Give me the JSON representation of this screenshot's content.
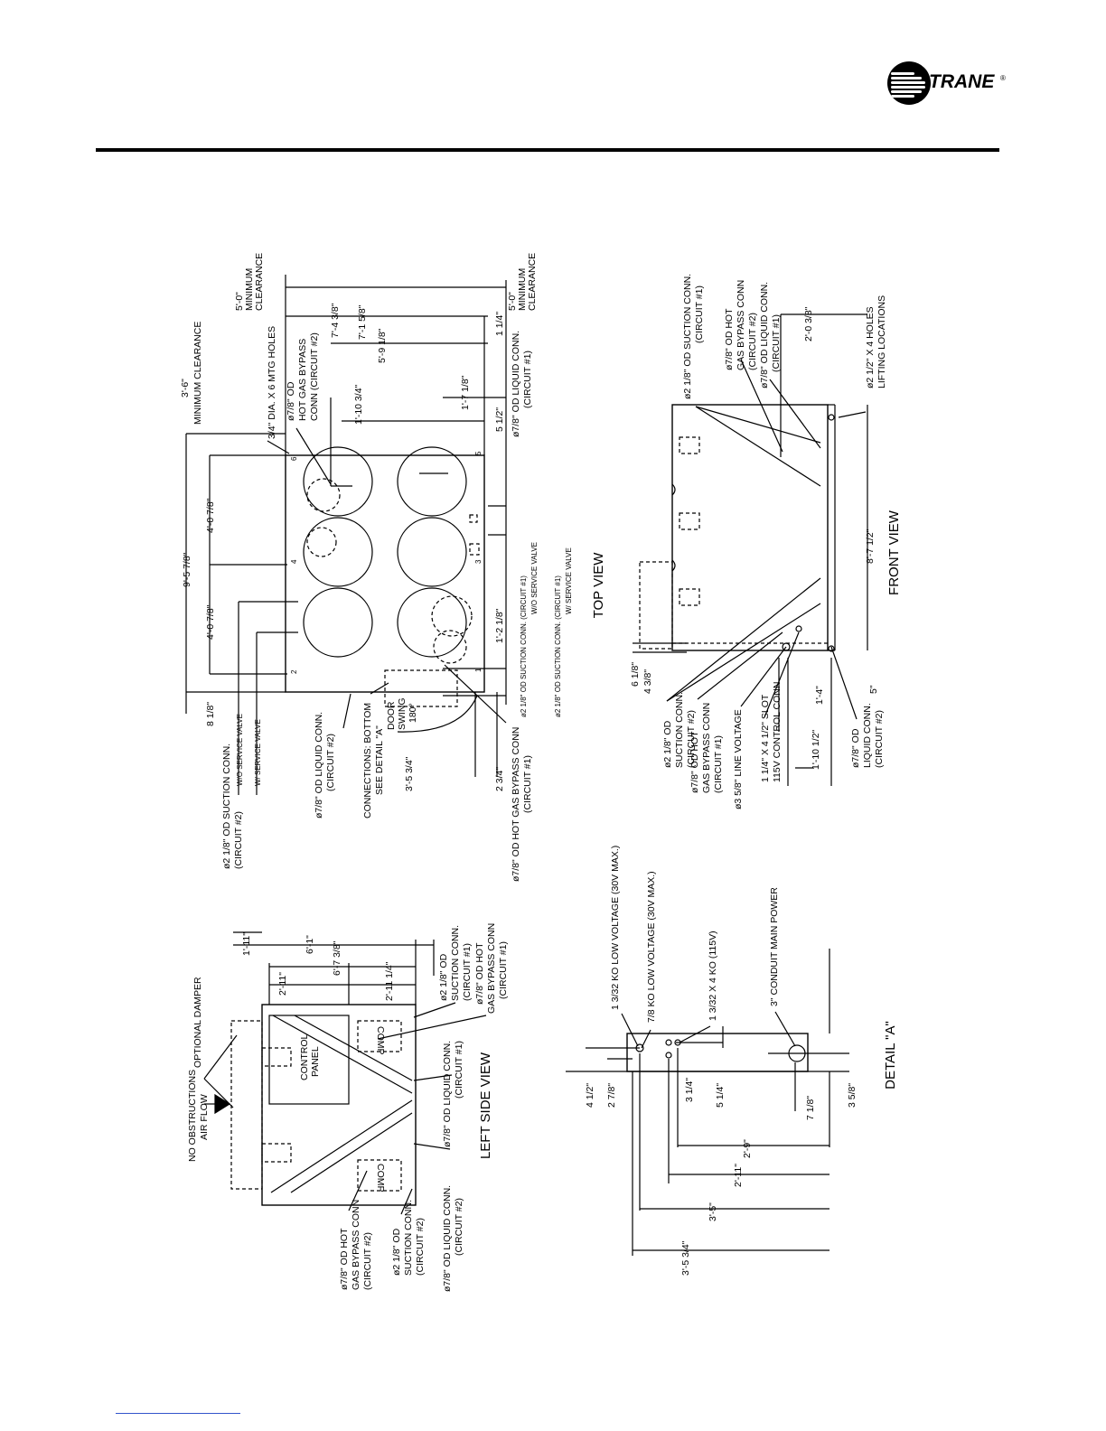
{
  "header": {
    "logo_text": "TRANE",
    "logo_trademark": "®"
  },
  "views": {
    "top": {
      "title": "TOP VIEW",
      "labels": [
        "3'-6\"",
        "MINIMUM CLEARANCE",
        "3/4\" DIA. X 6 MTG HOLES",
        "ø7/8\" OD",
        "HOT GAS BYPASS",
        "CONN  (CIRCUIT #2)",
        "1'-10 3/4\"",
        "9'-5 7/8\"",
        "4'-0 7/8\"",
        "4'-0 7/8\"",
        "8 1/8\"",
        "7'-4 3/8\"",
        "7'-1 5/8\"",
        "5'-9 1/8\"",
        "1'-7 1/8\"",
        "1 1/4\"",
        "5 1/2\"",
        "5'-0\"",
        "MINIMUM",
        "CLEARANCE",
        "ø7/8\" OD LIQUID CONN.",
        "(CIRCUIT #1)",
        "ø2 1/8\" OD SUCTION CONN. (CIRCUIT #1)",
        "W/O SERVICE VALVE",
        "W/ SERVICE VALVE",
        "1'-2 1/8\"",
        "2 3/4\"",
        "3'-5 3/4\"",
        "DOOR",
        "SWING",
        "180°",
        "CONNECTIONS: BOTTOM",
        "SEE DETAIL \"A\"",
        "ø7/8\" OD LIQUID CONN.",
        "(CIRCUIT #2)",
        "ø2 1/8\" OD SUCTION CONN.",
        "(CIRCUIT #2)",
        "W/O SERVICE VALVE",
        "W/ SERVICE VALVE",
        "ø7/8\" OD HOT GAS BYPASS CONN",
        "(CIRCUIT #1)",
        "2",
        "4",
        "6",
        "1",
        "3",
        "5"
      ]
    },
    "front": {
      "title": "FRONT VIEW",
      "labels": [
        "ø2 1/8\" OD SUCTION CONN.",
        "(CIRCUIT #1)",
        "ø7/8\" OD HOT",
        "GAS BYPASS CONN",
        "(CIRCUIT #2)",
        "ø7/8\" OD LIQUID CONN.",
        "(CIRCUIT #1)",
        "2'-0 3/8\"",
        "ø2 1/2\" X 4 HOLES",
        "LIFTING LOCATIONS",
        "8'-7 1/2\"",
        "6 1/8\"",
        "4 3/8\"",
        "ø2 1/8\" OD",
        "SUCTION CONN.",
        "(CIRCUIT #2)",
        "ø7/8\" OD HOT",
        "GAS BYPASS CONN",
        "(CIRCUIT #1)",
        "ø3 5/8\" LINE VOLTAGE",
        "1 1/4\" X 4 1/2\" SLOT",
        "115V CONTROL CONN.",
        "1'-4\"",
        "1'-10 1/2\"",
        "5\"",
        "ø7/8\" OD",
        "LIQUID CONN.",
        "(CIRCUIT #2)"
      ]
    },
    "left_side": {
      "title": "LEFT SIDE VIEW",
      "labels": [
        "NO OBSTRUCTIONS",
        "AIR FLOW",
        "OPTIONAL DAMPER",
        "1'-11\"",
        "6'-1\"",
        "6'-7 3/8\"",
        "2'-11\"",
        "2'-11 1/4\"",
        "CONTROL",
        "PANEL",
        "COMP",
        "COMP",
        "ø2 1/8\" OD",
        "SUCTION CONN.",
        "(CIRCUIT #1)",
        "ø7/8\" OD HOT",
        "GAS BYPASS CONN",
        "(CIRCUIT #1)",
        "ø7/8\" OD LIQUID CONN.",
        "(CIRCUIT #1)",
        "ø7/8\" OD HOT",
        "GAS BYPASS CONN",
        "(CIRCUIT #2)",
        "ø2 1/8\" OD",
        "SUCTION CONN.",
        "(CIRCUIT #2)",
        "ø7/8\" OD LIQUID CONN.",
        "(CIRCUIT #2)"
      ]
    },
    "detail_a": {
      "title": "DETAIL \"A\"",
      "labels": [
        "1 3/32 KO LOW VOLTAGE (30V MAX.)",
        "7/8 KO LOW VOLTAGE (30V MAX.)",
        "1 3/32 X 4 KO (115V)",
        "3\" CONDUIT MAIN POWER",
        "4 1/2\"",
        "2 7/8\"",
        "3 1/4\"",
        "5 1/4\"",
        "7 1/8\"",
        "3 5/8\"",
        "2'-9\"",
        "2'-11\"",
        "3'-5\"",
        "3'-5 3/4\""
      ]
    }
  }
}
